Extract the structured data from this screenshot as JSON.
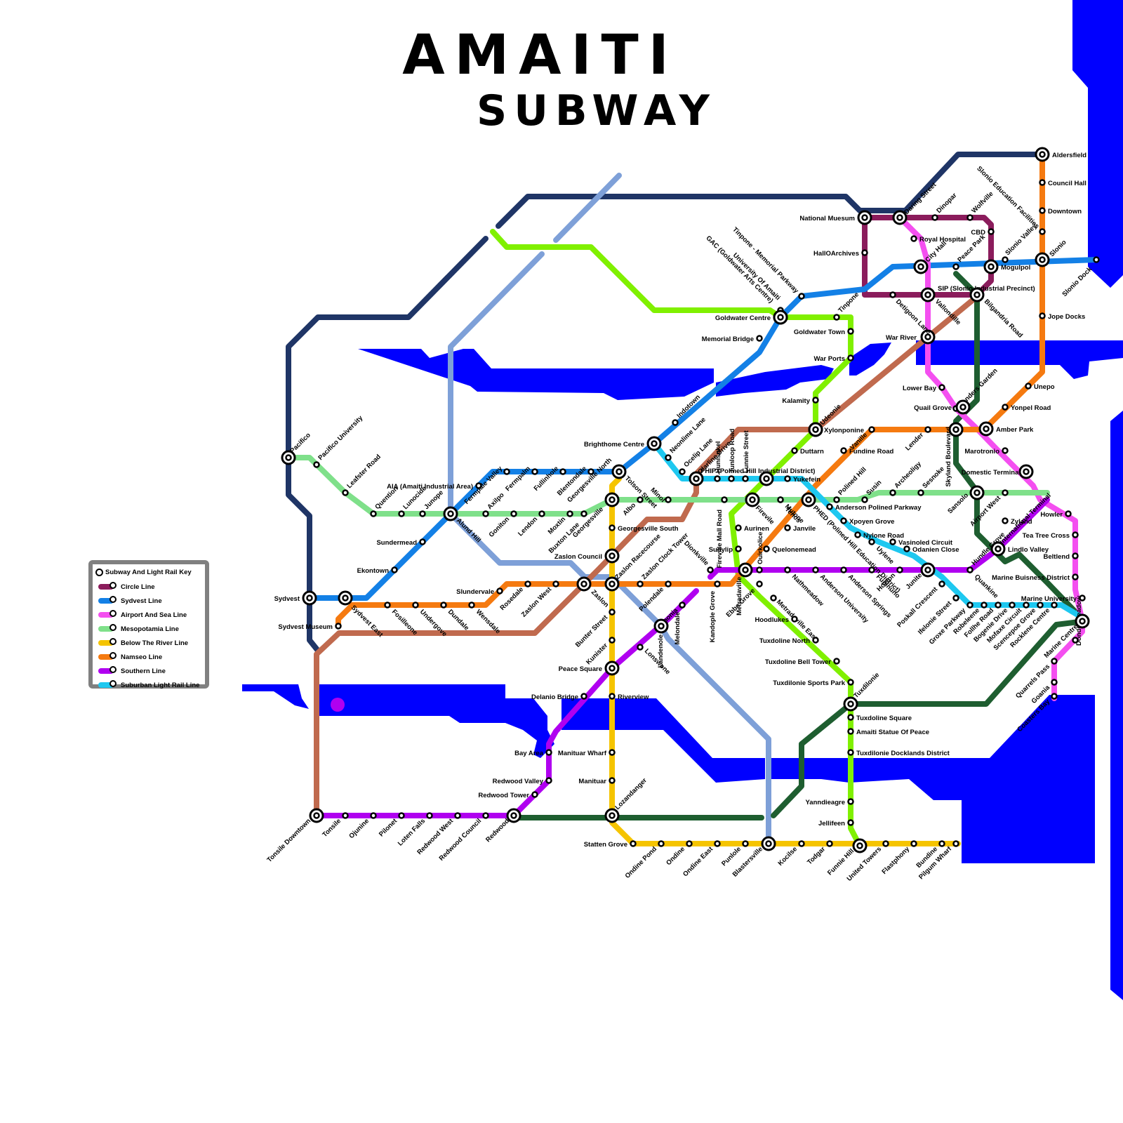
{
  "title": {
    "line1": "AMAITI",
    "line2": "SUBWAY"
  },
  "legend": {
    "title": "Subway And Light Rail Key",
    "items": [
      {
        "name": "Circle Line",
        "color": "#8b1c5c"
      },
      {
        "name": "Sydvest Line",
        "color": "#1380e6"
      },
      {
        "name": "Airport And Sea Line",
        "color": "#f44ff0"
      },
      {
        "name": "Mesopotamia Line",
        "color": "#7fe08a"
      },
      {
        "name": "Below The River Line",
        "color": "#f5c400"
      },
      {
        "name": "Namseo Line",
        "color": "#f57a10"
      },
      {
        "name": "Southern Line",
        "color": "#b000f0"
      },
      {
        "name": "Suburban Light Rail Line",
        "color": "#1ec8f0"
      }
    ]
  },
  "unlabeled_line_colors": {
    "navy": "#1f3566",
    "periwinkle": "#7ea0d8",
    "lime": "#80f000",
    "brown": "#c06a4e",
    "dark_green": "#1e5e30"
  },
  "water_color": "#0000ff",
  "stations": [
    "Aldersfield",
    "Council Hall",
    "Downtown",
    "Slonio Education Facilities",
    "Slonio",
    "Slonio Valley",
    "Slonio Dock",
    "Jope Docks",
    "Unepo",
    "Yonpel Road",
    "Amber Park",
    "Lenders Garden",
    "Lower Bay",
    "Quail Grove",
    "War River",
    "National Muesum",
    "Daring Street",
    "Dinopar",
    "Wolfville",
    "CBD",
    "Royal Hospital",
    "City Hall",
    "Peace Park",
    "Mogulpol",
    "HallOArchives",
    "SIP (Slonio Industrial Precinct)",
    "Bilgandria Road",
    "Vallondille",
    "Detigoon Lane",
    "Tinpone - Memorial Parkway",
    "University Of Amaiti",
    "GAC (Goldwater Arts Centre)",
    "Goldwater Centre",
    "Tinpone",
    "Goldwater Town",
    "Memorial Bridge",
    "War Ports",
    "Kalamity",
    "Udeonie",
    "Xylonponine",
    "Vanille",
    "Lender",
    "Skyland Boulevard",
    "Marotronio",
    "Domestic Terminal",
    "Indotown",
    "Neonlime Lane",
    "Brighthome Centre",
    "Ocelip Lane",
    "Olarline Drive",
    "Duttarn",
    "Fundine Road",
    "PHIP (Polined Hill Industrial District)",
    "Yukefein",
    "Polined Hill",
    "Archeoligy",
    "Sesnoke",
    "Sansolo",
    "Airport West",
    "International Terminal",
    "Howler",
    "Zyland",
    "Tea Tree Cross",
    "Beltlend",
    "Marine Buisness District",
    "Marine University",
    "Dondermeadow",
    "Marine Centre",
    "Quarrels Pass",
    "Goania",
    "Coasters Bay",
    "Pacifico",
    "Pacifico University",
    "Leafster Road",
    "Quention",
    "Lunocide",
    "Junope",
    "Alund Hill",
    "AIA (Amaiti Industrial Area)",
    "Fermpale Valley",
    "Fermpalm",
    "Fullinhole",
    "Blentondale",
    "Axilpo",
    "Goniton",
    "Lendon",
    "Moxtin",
    "Buxton Lane",
    "Georgesville North",
    "Georgesville",
    "Tolson Street",
    "Albo",
    "Minol",
    "Hunisukel",
    "Fireville Mall Road",
    "Junloop Road",
    "Firevile",
    "Mutone",
    "Lunnie Street",
    "Tenos",
    "PHED (Polined Hill Education District)",
    "Anderson Polined Parkway",
    "Susin",
    "Xpoyen Grove",
    "Nylone Road",
    "Uylene",
    "Vasinoled Circuit",
    "Odanien Close",
    "Hoxton",
    "Hundle Grove",
    "Lindlo Valley",
    "Sundermead",
    "Ekontown",
    "Sydvest",
    "Sydvest East",
    "Sydvest Museum",
    "Fosilleone",
    "Undergove",
    "Dundale",
    "Wensdale",
    "Slundervale",
    "Rosedale",
    "Zaslon West",
    "Zaslon",
    "Zaslon Council",
    "Zaslon Racecourse",
    "Zaslon Clock Tower",
    "Georgesville South",
    "Polendale",
    "Founonia",
    "Dionkville",
    "Kandople Grove",
    "Metradaville",
    "Ouirkolice",
    "Ebbe Grove",
    "Metradaville East",
    "Nathmeadow",
    "Anderson University",
    "Anderson Springs",
    "Fupinuno",
    "Junite",
    "Quankine",
    "Aurinen",
    "Sudylip",
    "Janvile",
    "Quelonemead",
    "Hoodlukes",
    "Tuxdoline North",
    "Tuxdoline Bell Tower",
    "Tuxdilonie Sports Park",
    "Tuxdilonie",
    "Tuxdoline Square",
    "Amaiti Statue Of Peace",
    "Tuxdilonie Docklands District",
    "Yanndieagre",
    "Jellifeen",
    "Funnie Hill",
    "Poskall Crescent",
    "Ifelonie Street",
    "Groxe Parkway",
    "Robeleene",
    "Follhe Road",
    "Bogenie Drive",
    "Mofaxe Circuit",
    "Scencepoe Grove",
    "Rocklene Centre",
    "Melondale",
    "Lonswone",
    "Landenole",
    "Bunter Street",
    "Kunister",
    "Peace Square",
    "Riverview",
    "Delanio Bridge",
    "Bay Area",
    "Manituar Wharf",
    "Manituar",
    "Lozandanger",
    "Redwood Valley",
    "Redwood Tower",
    "Redwood",
    "Redwood Council",
    "Redwood West",
    "Loten Falls",
    "Pilonet",
    "Ojunine",
    "Tonsile",
    "Tonsile Downtown",
    "Statten Grove",
    "Ondine Pond",
    "Ondine",
    "Ondine East",
    "Punlole",
    "Blastersville",
    "Kocilse",
    "Todgar",
    "United Towers",
    "Flastphony",
    "Bundine",
    "Pilgum Wharf"
  ]
}
